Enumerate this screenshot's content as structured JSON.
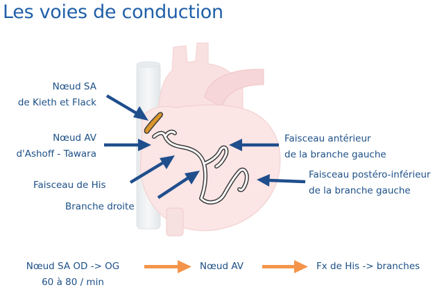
{
  "title": "Les voies de conduction",
  "labels": {
    "sa_node": {
      "line1": "Nœud SA",
      "line2": "de Kieth et Flack"
    },
    "av_node": {
      "line1": "Nœud AV",
      "line2": "d'Ashoff - Tawara"
    },
    "bundle_his": "Faisceau de His",
    "right_branch": "Branche droite",
    "anterior_fascicle": {
      "line1": "Faisceau antérieur",
      "line2": "de la branche gauche"
    },
    "posterior_fascicle": {
      "line1": "Faisceau postéro-inférieur",
      "line2": "de la branche gauche"
    }
  },
  "flow": {
    "step1": {
      "line1": "Nœud SA OD -> OG",
      "line2": "60 à 80 / min"
    },
    "step2": "Nœud AV",
    "step3": "Fx de His -> branches"
  },
  "colors": {
    "text": "#1c4f86",
    "pointer_arrow": "#1f4e8c",
    "flow_arrow": "#f4944a",
    "sa_node": "#d9962c",
    "heart_fill": "#fbe4e4",
    "vessel_fill": "#eef0f2"
  },
  "icons": {
    "pointer": "arrow-icon",
    "flow": "orange-arrow-icon",
    "heart": "heart-illustration"
  }
}
